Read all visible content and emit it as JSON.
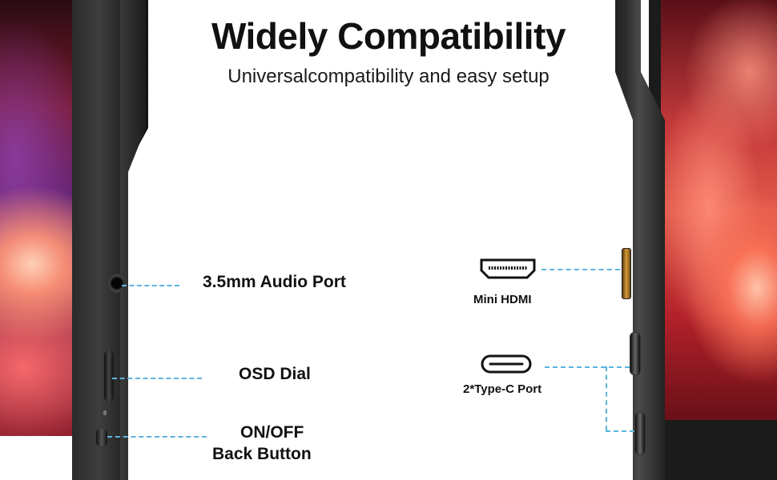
{
  "headline": {
    "title": "Widely Compatibility",
    "subtitle": "Universalcompatibility and easy setup"
  },
  "ports": {
    "audio": "3.5mm Audio Port",
    "osd": "OSD Dial",
    "power_line1": "ON/OFF",
    "power_line2": "Back Button",
    "hdmi": "Mini HDMI",
    "typec": "2*Type-C Port"
  },
  "colors": {
    "leader_line": "#5ab6e0",
    "text": "#111111",
    "background": "#ffffff"
  },
  "icons": [
    "hdmi-icon",
    "type-c-icon"
  ]
}
